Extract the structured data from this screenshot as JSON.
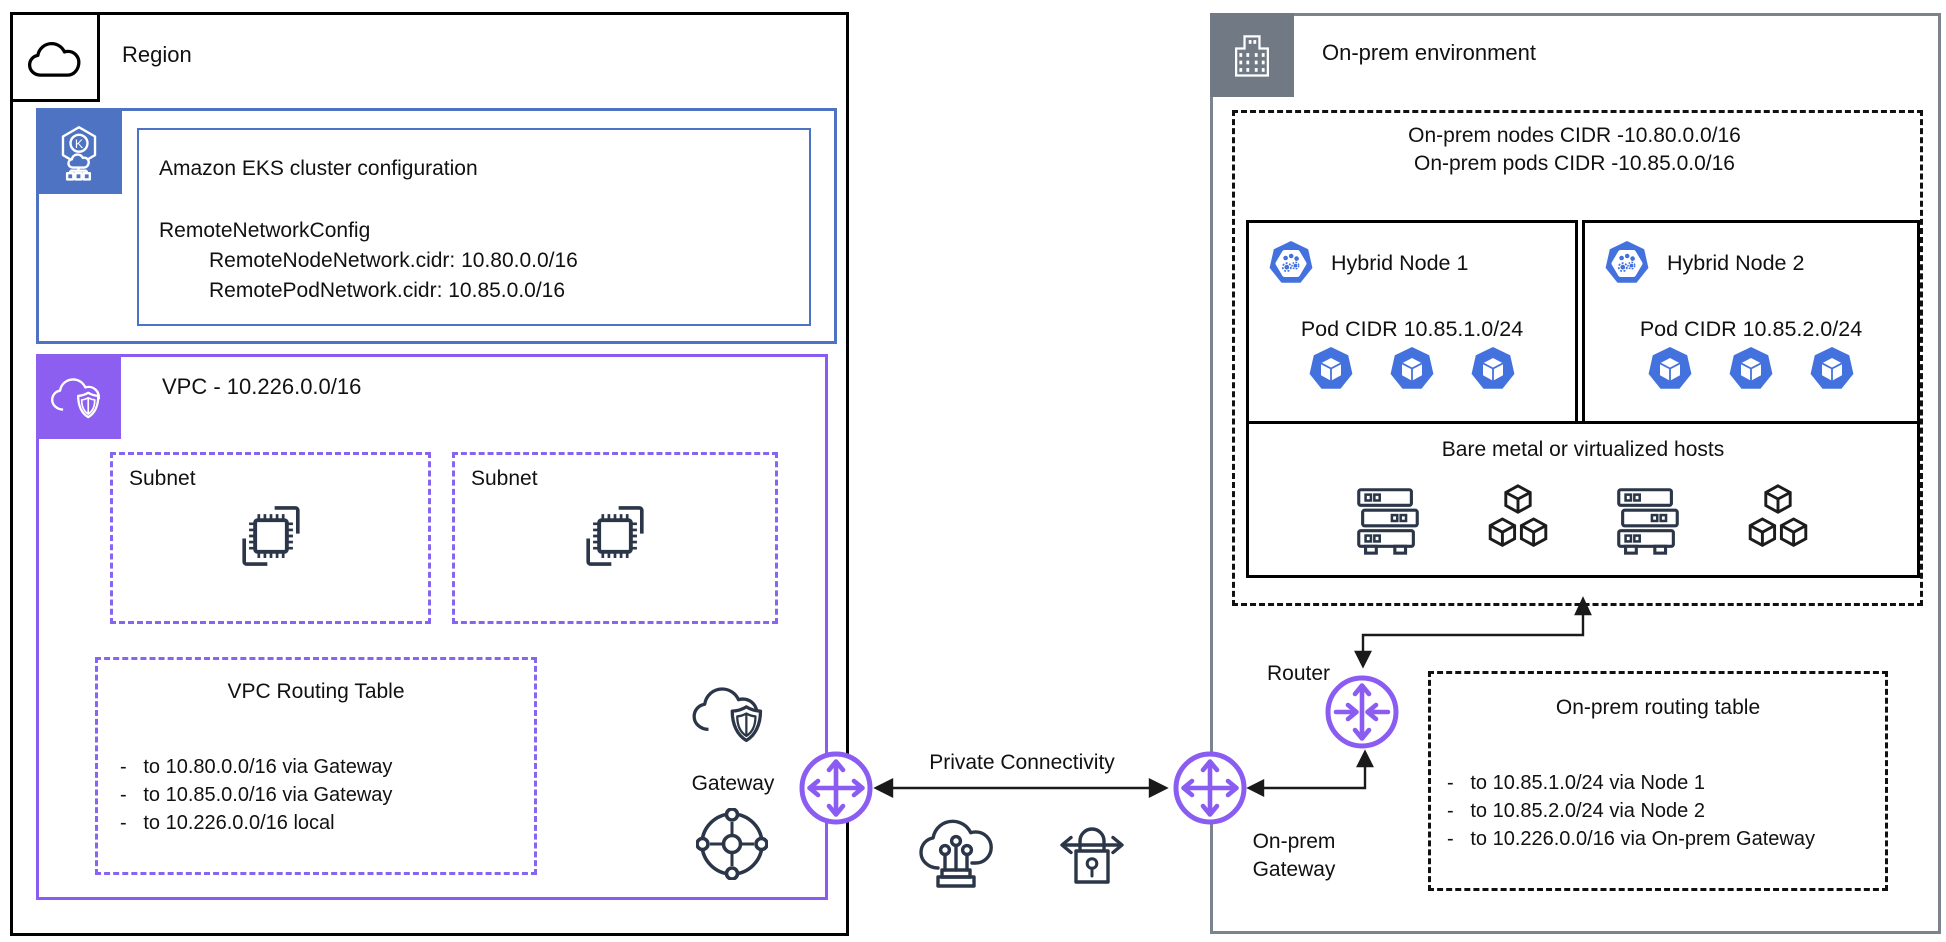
{
  "colors": {
    "accent_purple": "#8a5cf2",
    "eks_blue": "#4e73c2",
    "k8s_blue": "#4372de",
    "onprem_gray": "#717a84",
    "icon_dark": "#2b3648",
    "line_black": "#111111"
  },
  "region": {
    "label": "Region",
    "eks": {
      "title": "Amazon EKS cluster configuration",
      "config_heading": "RemoteNetworkConfig",
      "node_line": "RemoteNodeNetwork.cidr: 10.80.0.0/16",
      "pod_line": "RemotePodNetwork.cidr: 10.85.0.0/16"
    },
    "vpc": {
      "label": "VPC - 10.226.0.0/16",
      "subnets": [
        {
          "label": "Subnet"
        },
        {
          "label": "Subnet"
        }
      ],
      "routing_table": {
        "title": "VPC Routing Table",
        "routes": [
          "-   to 10.80.0.0/16 via Gateway",
          "-   to 10.85.0.0/16 via Gateway",
          "-   to 10.226.0.0/16 local"
        ]
      },
      "gateway_label": "Gateway"
    }
  },
  "middle": {
    "private_connectivity": "Private Connectivity"
  },
  "onprem": {
    "label": "On-prem environment",
    "network_title_line1": "On-prem nodes CIDR -10.80.0.0/16",
    "network_title_line2": "On-prem pods CIDR -10.85.0.0/16",
    "nodes": [
      {
        "label": "Hybrid Node 1",
        "pod_cidr": "Pod CIDR 10.85.1.0/24"
      },
      {
        "label": "Hybrid Node 2",
        "pod_cidr": "Pod CIDR 10.85.2.0/24"
      }
    ],
    "hosts_label": "Bare metal or virtualized hosts",
    "router_label": "Router",
    "gateway_label_line1": "On-prem",
    "gateway_label_line2": "Gateway",
    "routing_table": {
      "title": "On-prem routing table",
      "routes": [
        "-   to 10.85.1.0/24 via Node 1",
        "-   to 10.85.2.0/24 via Node 2",
        "-   to 10.226.0.0/16 via On-prem Gateway"
      ]
    }
  }
}
